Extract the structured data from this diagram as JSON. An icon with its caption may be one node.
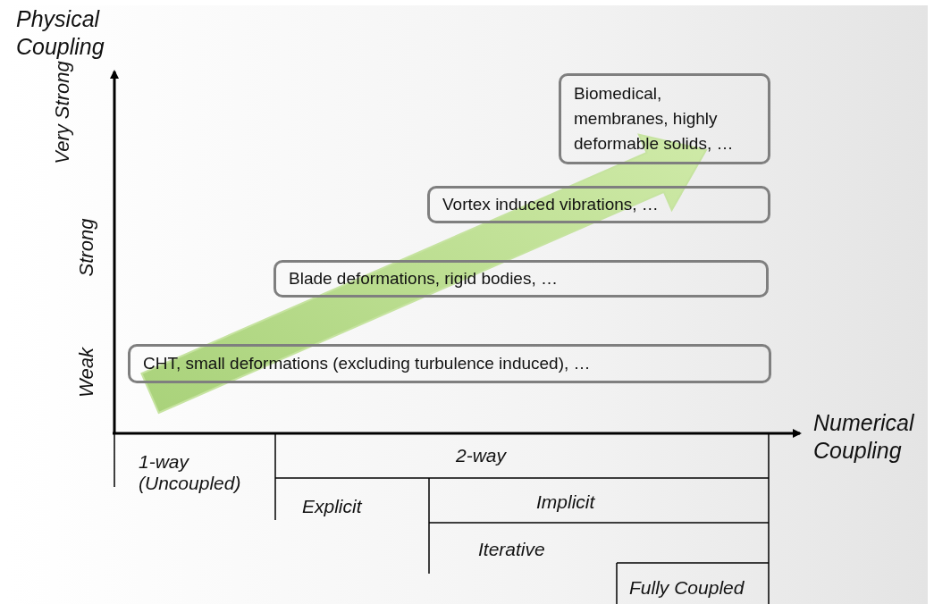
{
  "diagram": {
    "nodes": [
      {
        "text": [
          "CHT, small deformations (excluding turbulence induced), …"
        ]
      },
      {
        "text": [
          "Blade deformations, rigid bodies, …"
        ]
      },
      {
        "text": [
          "Vortex induced vibrations, …"
        ]
      },
      {
        "text": [
          "Biomedical, membranes, highly deformable solids, …"
        ]
      }
    ],
    "labels": [
      "Physical Coupling",
      "Very Strong",
      "Strong",
      "Weak",
      "Numerical Coupling",
      "1-way (Uncoupled)",
      "2-way",
      "Explicit",
      "Implicit",
      "Iterative",
      "Fully Coupled"
    ]
  }
}
